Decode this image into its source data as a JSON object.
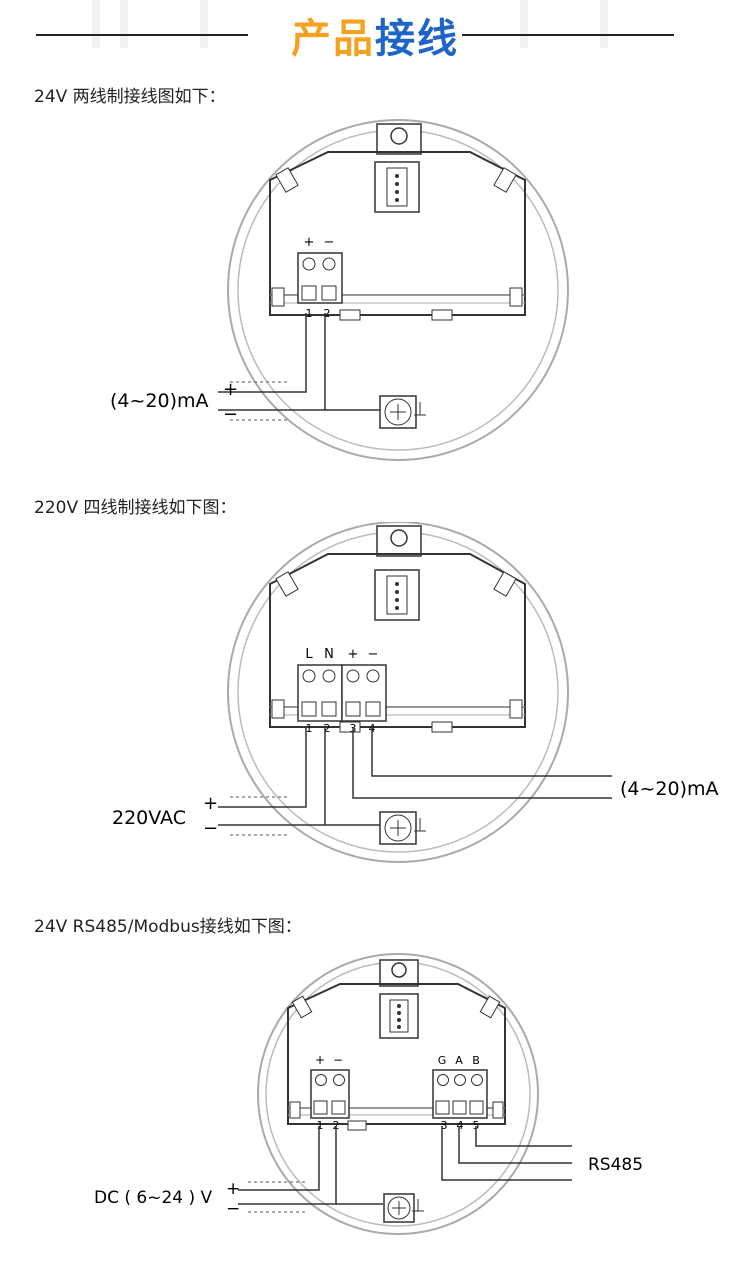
{
  "header": {
    "title_part1": "产品",
    "title_part2": "接线",
    "colors": {
      "part1": "#f5a11f",
      "part2": "#1f64c8"
    }
  },
  "sections": [
    {
      "label": "24V  两线制接线图如下：",
      "terminals": [
        {
          "top": "+",
          "num": "1"
        },
        {
          "top": "−",
          "num": "2"
        }
      ],
      "signal_label": "(4~20)mA",
      "plus": "+",
      "minus": "−"
    },
    {
      "label": "220V  四线制接线如下图：",
      "terminals": [
        {
          "top": "L",
          "num": "1"
        },
        {
          "top": "N",
          "num": "2"
        },
        {
          "top": "+",
          "num": "3"
        },
        {
          "top": "−",
          "num": "4"
        }
      ],
      "power_label": "220VAC",
      "signal_label": "(4~20)mA",
      "plus": "+",
      "minus": "−"
    },
    {
      "label": "24V  RS485/Modbus接线如下图：",
      "terminals": [
        {
          "top": "+",
          "num": "1"
        },
        {
          "top": "−",
          "num": "2"
        },
        {
          "top": "G",
          "num": "3"
        },
        {
          "top": "A",
          "num": "4"
        },
        {
          "top": "B",
          "num": "5"
        }
      ],
      "power_label": "DC ( 6~24 ) V",
      "signal_label": "RS485",
      "plus": "+",
      "minus": "−"
    }
  ]
}
